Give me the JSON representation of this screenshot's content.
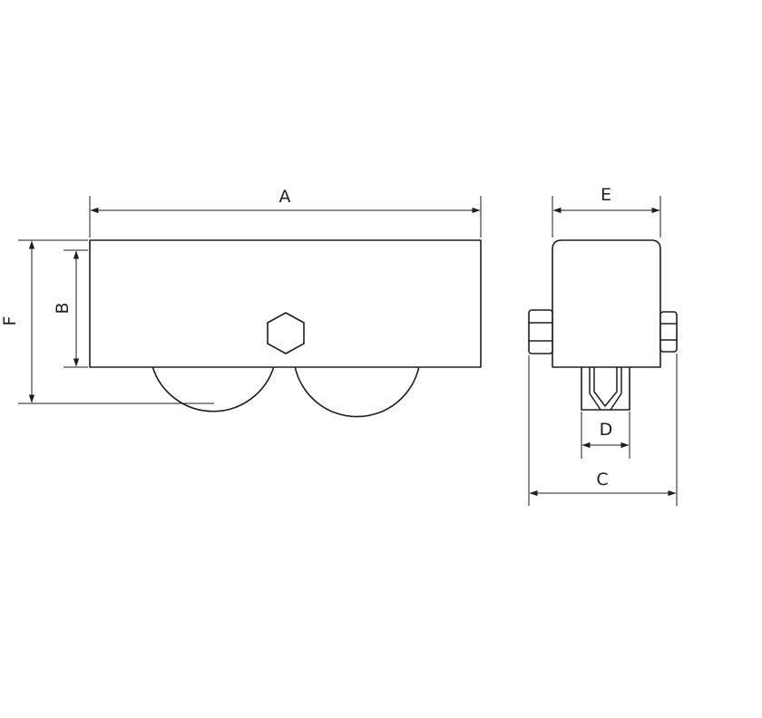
{
  "dimension_labels": {
    "a": "A",
    "b": "B",
    "c": "C",
    "d": "D",
    "e": "E",
    "f": "F"
  },
  "colors": {
    "line": "#1e1e1e",
    "background": "#ffffff"
  }
}
